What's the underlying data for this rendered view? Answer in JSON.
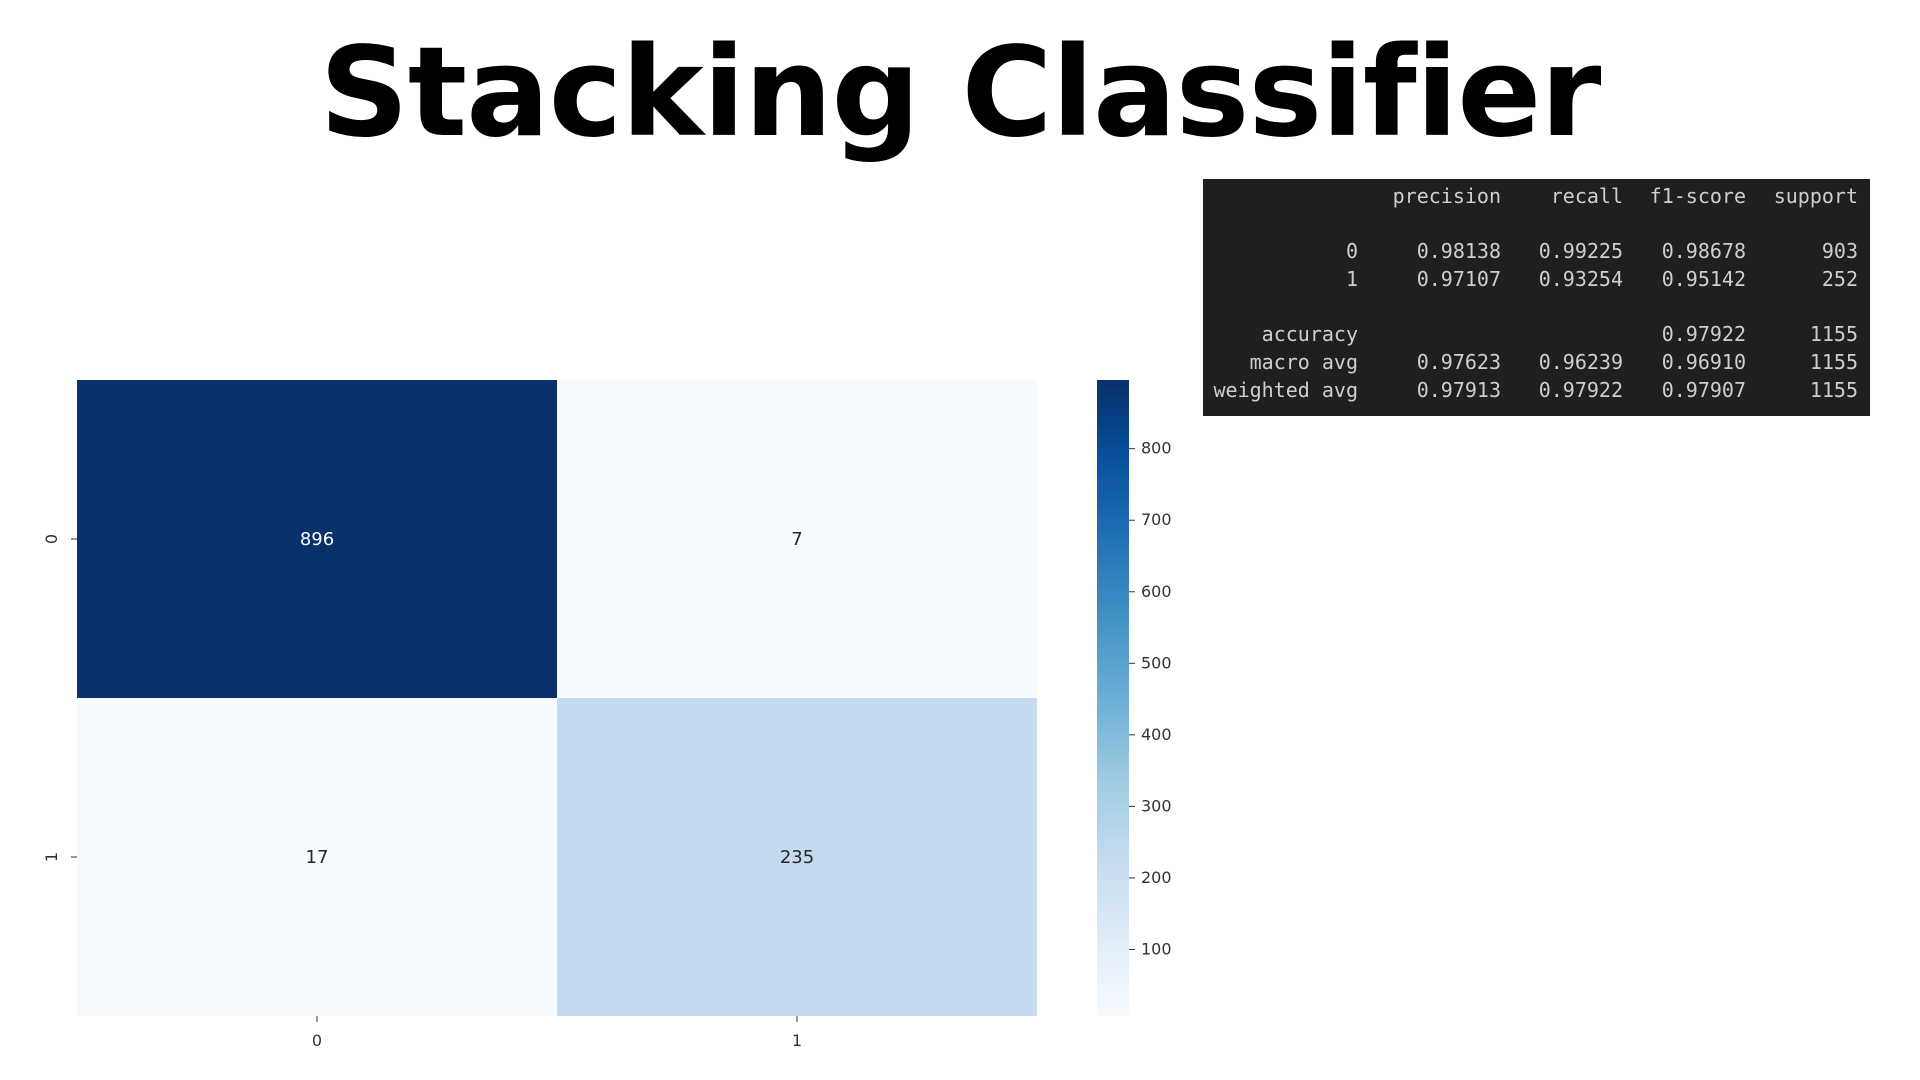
{
  "page": {
    "title": "Stacking Classifier"
  },
  "chart_data": [
    {
      "type": "heatmap",
      "title": "",
      "xlabel": "",
      "ylabel": "",
      "x_categories": [
        "0",
        "1"
      ],
      "y_categories": [
        "0",
        "1"
      ],
      "values": [
        [
          896,
          7
        ],
        [
          17,
          235
        ]
      ],
      "colormap": "Blues",
      "color_low": "#f7fbff",
      "color_high": "#08306b",
      "vmin": 7,
      "vmax": 896,
      "colorbar_ticks": [
        100,
        200,
        300,
        400,
        500,
        600,
        700,
        800
      ],
      "annotate_cells": true,
      "grid": false,
      "colorbar_position": "right"
    },
    {
      "type": "table",
      "columns": [
        "precision",
        "recall",
        "f1-score",
        "support"
      ],
      "rows": [
        {
          "label": "0",
          "cells": [
            "0.98138",
            "0.99225",
            "0.98678",
            "903"
          ]
        },
        {
          "label": "1",
          "cells": [
            "0.97107",
            "0.93254",
            "0.95142",
            "252"
          ]
        },
        {
          "label": "accuracy",
          "cells": [
            "",
            "",
            "0.97922",
            "1155"
          ]
        },
        {
          "label": "macro avg",
          "cells": [
            "0.97623",
            "0.96239",
            "0.96910",
            "1155"
          ]
        },
        {
          "label": "weighted avg",
          "cells": [
            "0.97913",
            "0.97922",
            "0.97907",
            "1155"
          ]
        }
      ],
      "background_color": "#1f1f1f",
      "text_color": "#cfcfcf"
    }
  ]
}
